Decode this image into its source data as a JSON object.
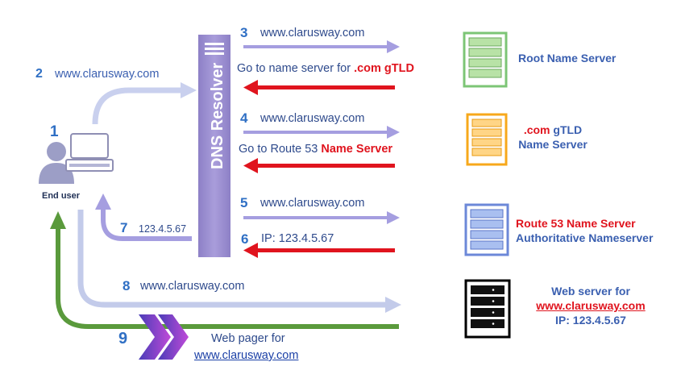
{
  "resolver": {
    "label": "DNS Resolver"
  },
  "end_user": {
    "step": "1",
    "label": "End user"
  },
  "steps": {
    "s2": {
      "num": "2",
      "text": "www.clarusway.com"
    },
    "s3": {
      "num": "3",
      "text": "www.clarusway.com",
      "reply_prefix": "Go to name server for ",
      "reply_highlight": ".com gTLD"
    },
    "s4": {
      "num": "4",
      "text": "www.clarusway.com",
      "reply_prefix": "Go to Route 53 ",
      "reply_highlight": "Name Server"
    },
    "s5": {
      "num": "5",
      "text": "www.clarusway.com"
    },
    "s6": {
      "num": "6",
      "text": "IP: 123.4.5.67"
    },
    "s7": {
      "num": "7",
      "text": "123.4.5.67"
    },
    "s8": {
      "num": "8",
      "text": "www.clarusway.com"
    },
    "s9": {
      "num": "9",
      "text_line1": "Web pager for",
      "text_line2": "www.clarusway.com"
    }
  },
  "servers": {
    "root": {
      "line1": "Root Name Server",
      "color": "#7cc576"
    },
    "tld": {
      "line1_highlight": ".com",
      "line1_rest": " gTLD",
      "line2": "Name Server",
      "color": "#f7a81b"
    },
    "route53": {
      "line1": "Route 53 Name Server",
      "line2": "Authoritative Nameserver",
      "color": "#7f9be0"
    },
    "web": {
      "line1": "Web server for",
      "line2": "www.clarusway.com",
      "line3": "IP: 123.4.5.67",
      "color": "#000000"
    }
  },
  "colors": {
    "resolver": "#9b8fd0",
    "request_arrow": "#a59ee0",
    "reply_arrow": "#e0141e",
    "user_flow_arrow": "#c3cbea",
    "response_arrow": "#5a9a3c",
    "step_number": "#2f6fc4"
  }
}
